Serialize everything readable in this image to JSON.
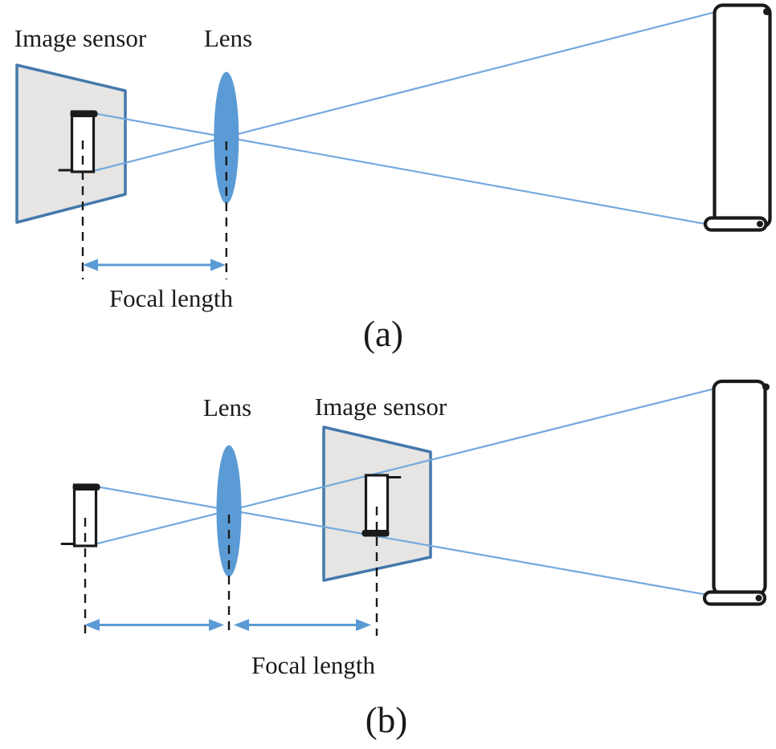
{
  "figure": {
    "panels": [
      {
        "id": "a",
        "label": "(a)",
        "image_sensor_label": "Image sensor",
        "lens_label": "Lens",
        "focal_length_label": "Focal length"
      },
      {
        "id": "b",
        "label": "(b)",
        "lens_label": "Lens",
        "image_sensor_label": "Image sensor",
        "focal_length_label": "Focal length"
      }
    ]
  },
  "colors": {
    "lens_fill": "#5b9bd5",
    "ray_stroke": "#74a9dd",
    "arrow": "#5b9bd5",
    "sensor_fill": "#e6e5e3",
    "sensor_border": "#4478ac",
    "object_outline": "#1a1a1a",
    "text": "#1a1a1a",
    "background": "#ffffff"
  }
}
